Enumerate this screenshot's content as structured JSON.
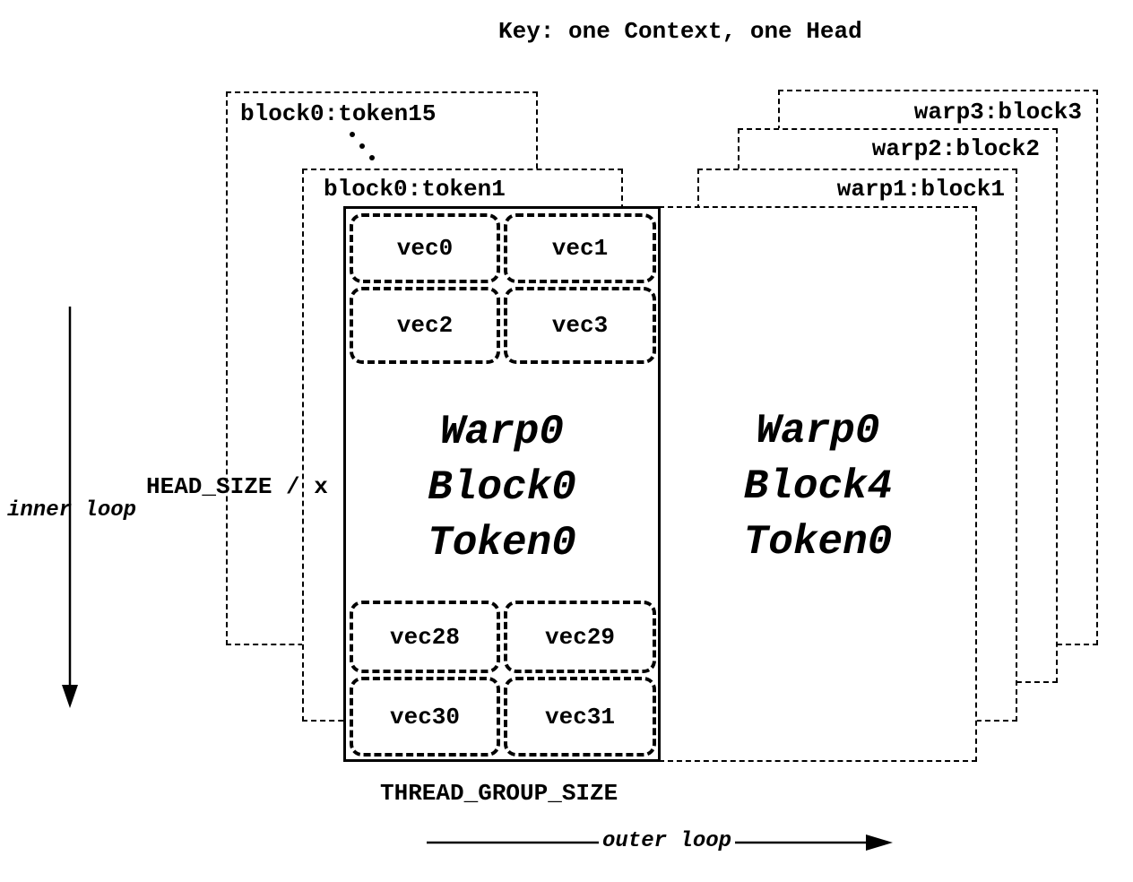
{
  "title": "Key: one Context, one Head",
  "left_stack": {
    "back_label": "block0:token15",
    "ellipsis": "...",
    "front_label": "block0:token1"
  },
  "right_stack": {
    "warp3_label": "warp3:block3",
    "warp2_label": "warp2:block2",
    "warp1_label": "warp1:block1"
  },
  "main_block": {
    "top_vecs": [
      "vec0",
      "vec1",
      "vec2",
      "vec3"
    ],
    "center_lines": [
      "Warp0",
      "Block0",
      "Token0"
    ],
    "bottom_vecs": [
      "vec28",
      "vec29",
      "vec30",
      "vec31"
    ]
  },
  "right_block": {
    "center_lines": [
      "Warp0",
      "Block4",
      "Token0"
    ]
  },
  "annotations": {
    "inner_loop": "inner loop",
    "outer_loop": "outer loop",
    "head_size": "HEAD_SIZE / x",
    "thread_group_size": "THREAD_GROUP_SIZE"
  },
  "colors": {
    "ink": "#000000",
    "background": "#ffffff"
  }
}
